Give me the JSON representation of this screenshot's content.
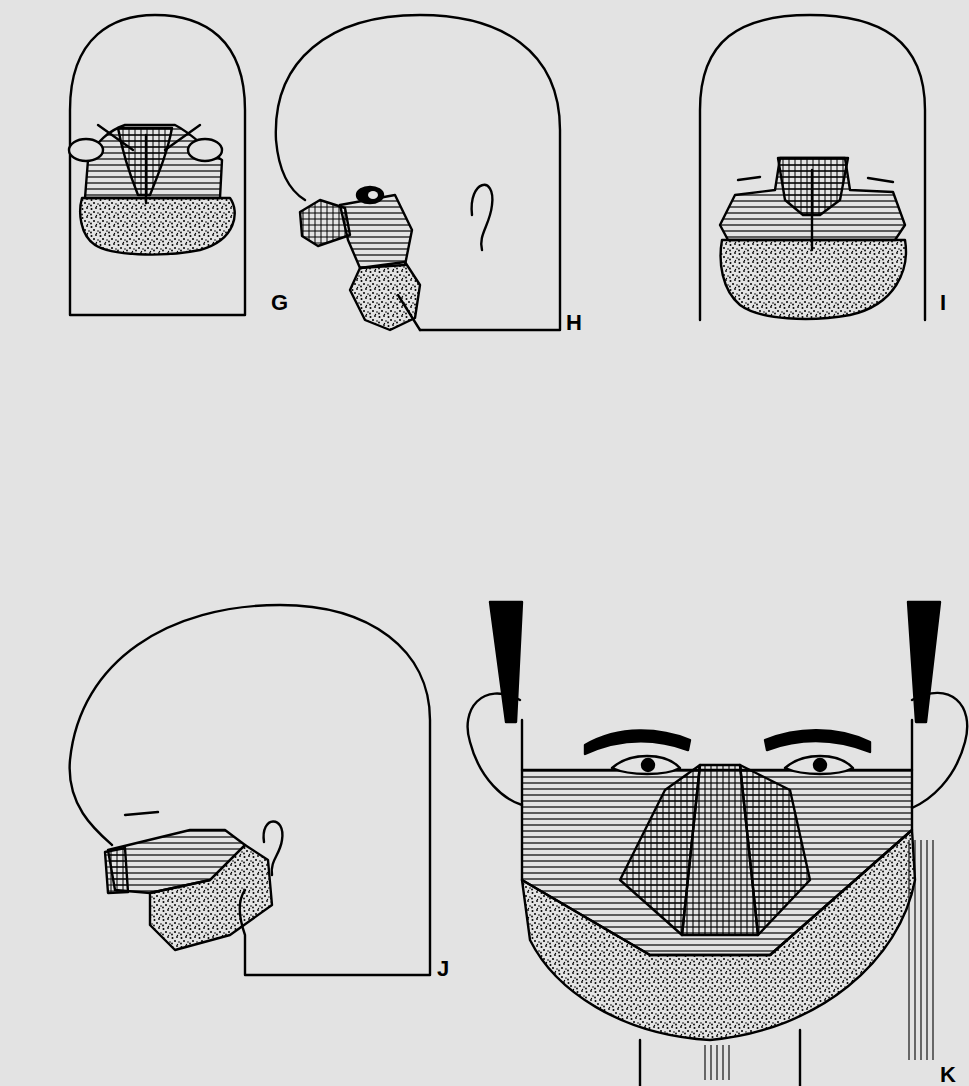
{
  "diagram": {
    "labels": [
      "G",
      "H",
      "I",
      "J",
      "K"
    ]
  }
}
